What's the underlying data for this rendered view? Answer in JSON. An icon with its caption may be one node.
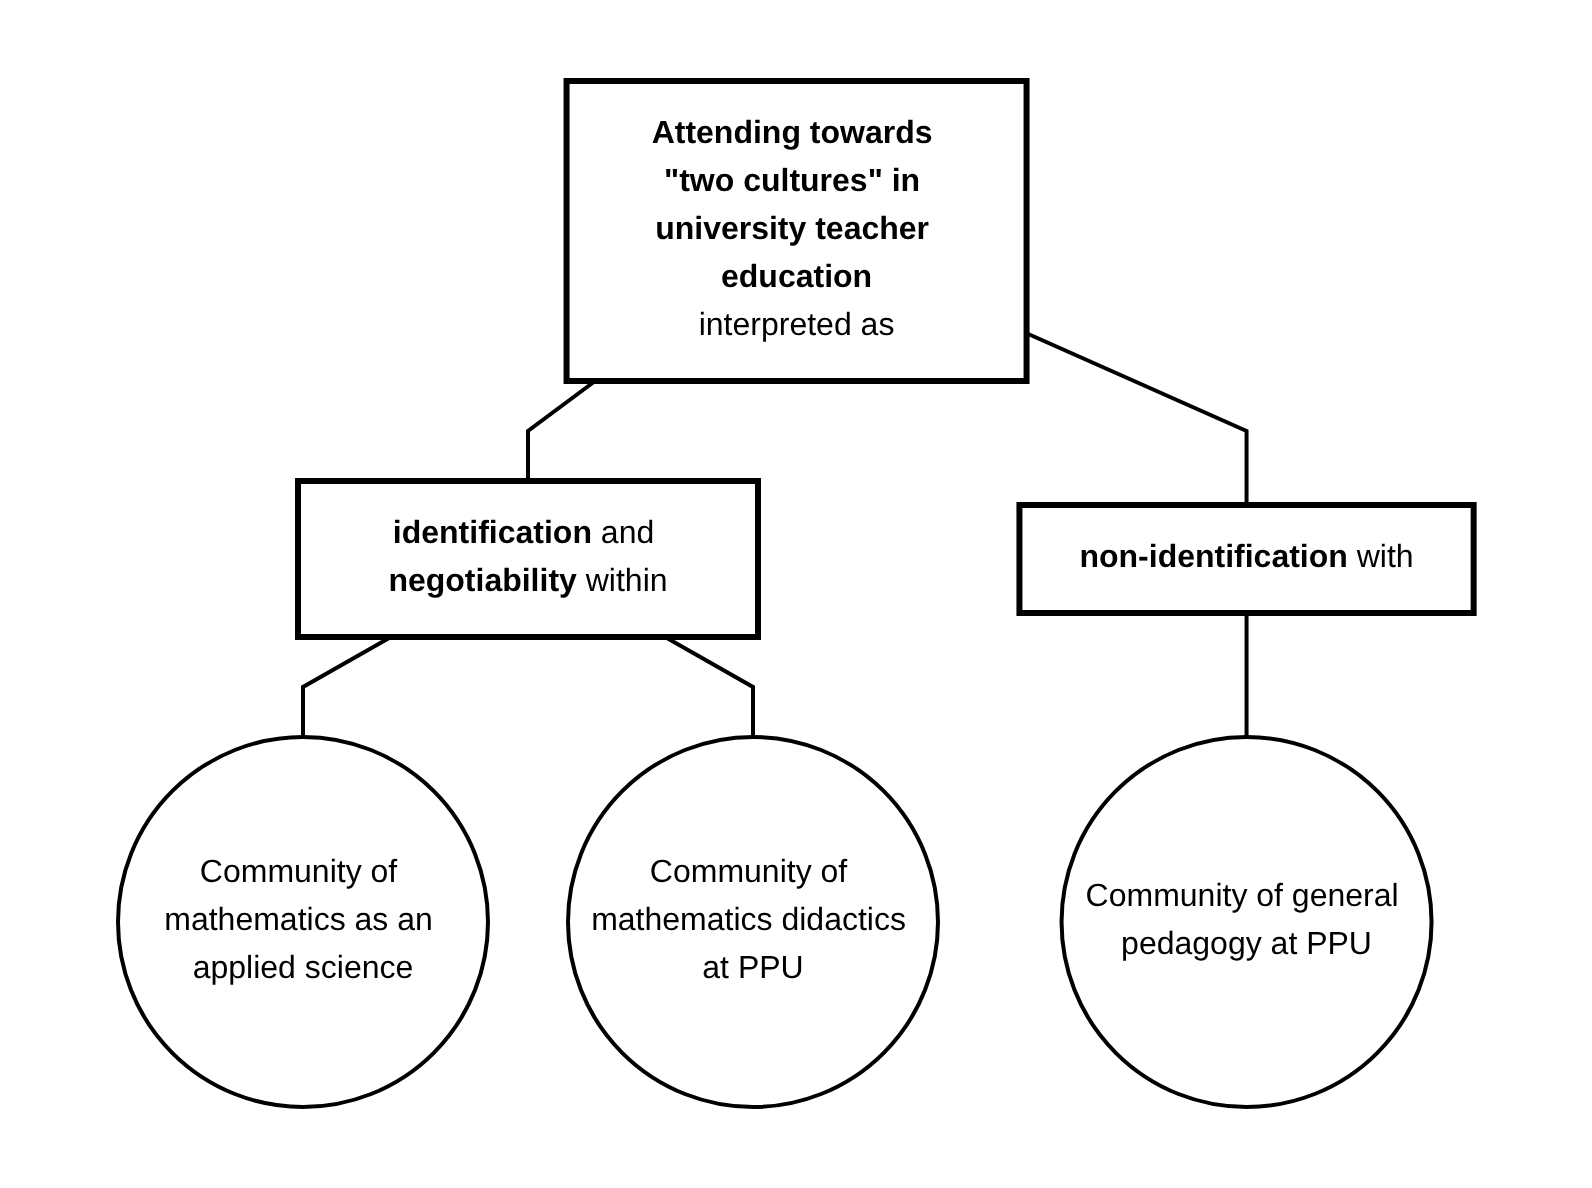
{
  "diagram": {
    "nodes": [
      {
        "text": [
          "Attending towards \"two cultures\" in university teacher education",
          "interpreted as"
        ]
      },
      {
        "text": [
          "**identification** and **negotiability** within"
        ]
      },
      {
        "text": [
          "**non-identification** with"
        ]
      },
      {
        "text": [
          "Community of mathematics as an applied science"
        ]
      },
      {
        "text": [
          "Community of mathematics didactics at PPU"
        ]
      },
      {
        "text": [
          "Community of general pedagogy at PPU"
        ]
      }
    ],
    "edges": [
      {
        "from": 0,
        "to": 1,
        "arrow": "none"
      },
      {
        "from": 0,
        "to": 2,
        "arrow": "none"
      },
      {
        "from": 1,
        "to": 3,
        "arrow": "none"
      },
      {
        "from": 1,
        "to": 4,
        "arrow": "none"
      },
      {
        "from": 2,
        "to": 5,
        "arrow": "none"
      }
    ]
  }
}
